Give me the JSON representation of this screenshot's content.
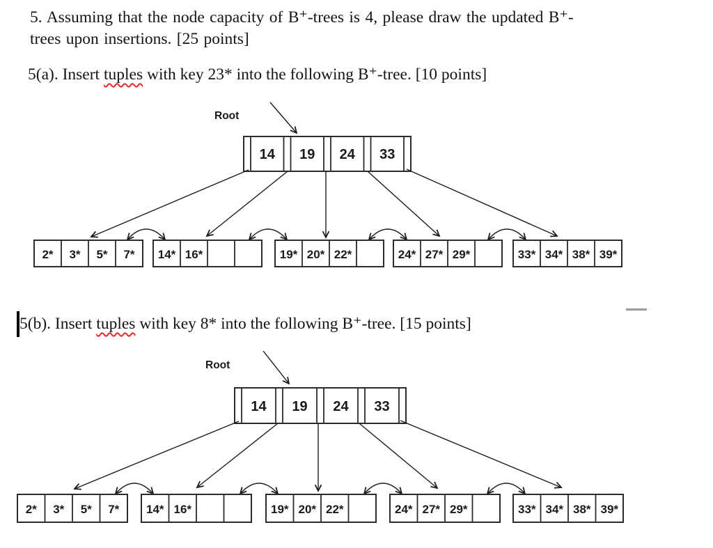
{
  "question": {
    "line1": "5. Assuming that the node capacity of B⁺-trees is 4, please draw the updated B⁺-",
    "line2": "trees upon insertions. [25 points]"
  },
  "part_a": {
    "prefix": "5(a). Insert ",
    "misspelled_word": "tuples",
    "suffix": " with key 23* into the following B⁺-tree. [10 points]"
  },
  "part_b": {
    "prefix": "5(b). Insert ",
    "misspelled_word": "tuples",
    "suffix": " with key 8* into the following B⁺-tree. [15 points]"
  },
  "tree_a": {
    "root_label": "Root",
    "root_keys": [
      "14",
      "19",
      "24",
      "33"
    ],
    "leaves": [
      [
        "2*",
        "3*",
        "5*",
        "7*"
      ],
      [
        "14*",
        "16*",
        "",
        ""
      ],
      [
        "19*",
        "20*",
        "22*",
        ""
      ],
      [
        "24*",
        "27*",
        "29*",
        ""
      ],
      [
        "33*",
        "34*",
        "38*",
        "39*"
      ]
    ]
  },
  "tree_b": {
    "root_label": "Root",
    "root_keys": [
      "14",
      "19",
      "24",
      "33"
    ],
    "leaves": [
      [
        "2*",
        "3*",
        "5*",
        "7*"
      ],
      [
        "14*",
        "16*",
        "",
        ""
      ],
      [
        "19*",
        "20*",
        "22*",
        ""
      ],
      [
        "24*",
        "27*",
        "29*",
        ""
      ],
      [
        "33*",
        "34*",
        "38*",
        "39*"
      ]
    ]
  }
}
